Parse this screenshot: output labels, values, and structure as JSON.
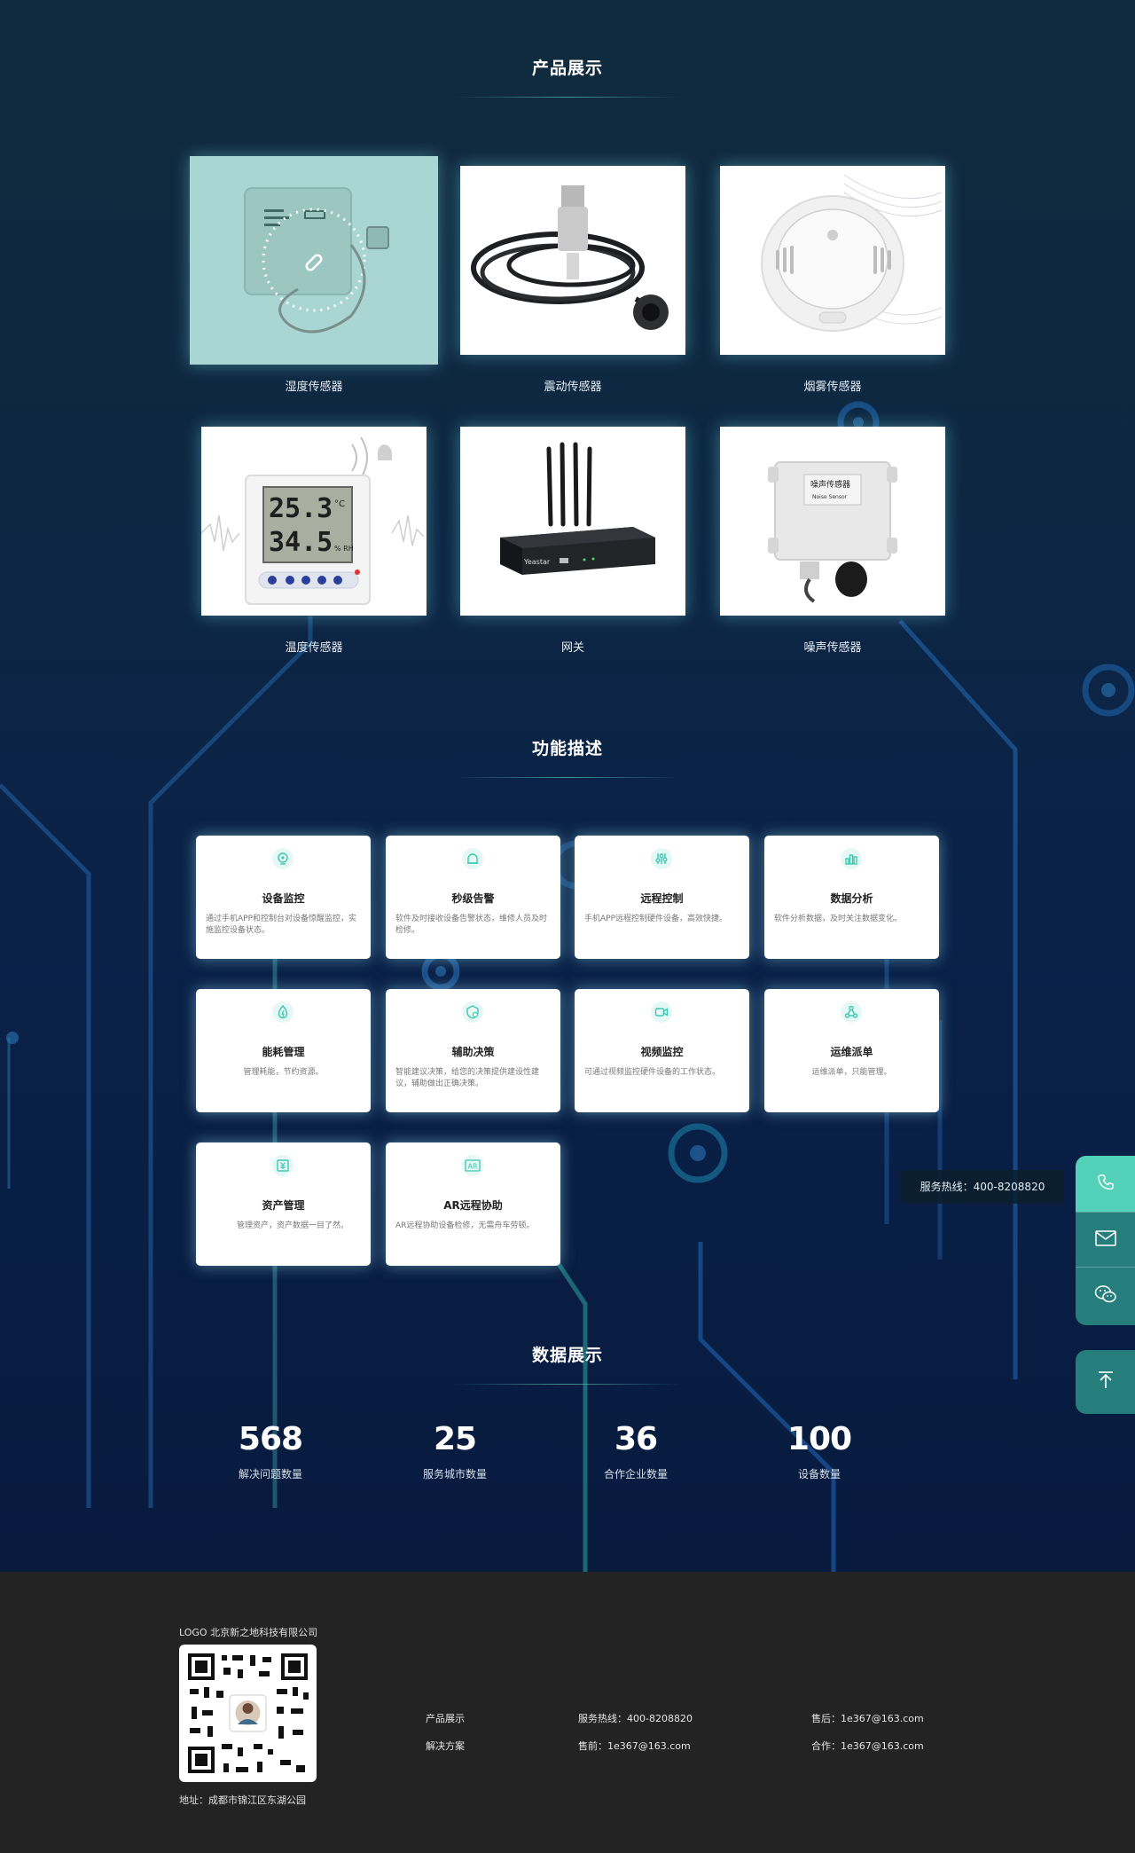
{
  "products": {
    "title": "产品展示",
    "items": [
      {
        "label": "湿度传感器"
      },
      {
        "label": "震动传感器"
      },
      {
        "label": "烟雾传感器"
      },
      {
        "label": "温度传感器",
        "display_temp": "25.3",
        "display_humidity": "34.5",
        "display_unit_temp": "°C",
        "display_unit_humidity": "% RH"
      },
      {
        "label": "网关",
        "brand": "Yeastar"
      },
      {
        "label": "噪声传感器",
        "device_cn": "噪声传感器",
        "device_en": "Noise Sensor"
      }
    ]
  },
  "features": {
    "title": "功能描述",
    "items": [
      {
        "icon": "camera-icon",
        "title": "设备监控",
        "desc": "通过手机APP和控制台对设备惊醒监控，实施监控设备状态。"
      },
      {
        "icon": "bell-icon",
        "title": "秒级告警",
        "desc": "软件及时接收设备告警状态，维修人员及时检修。"
      },
      {
        "icon": "sliders-icon",
        "title": "远程控制",
        "desc": "手机APP远程控制硬件设备，高效快捷。"
      },
      {
        "icon": "bar-chart-icon",
        "title": "数据分析",
        "desc": "软件分析数据，及时关注数据变化。"
      },
      {
        "icon": "energy-drop-icon",
        "title": "能耗管理",
        "desc": "管理耗能，节约资源。"
      },
      {
        "icon": "decision-shield-icon",
        "title": "辅助决策",
        "desc": "智能建议决策，给您的决策提供建设性建议，辅助做出正确决策。"
      },
      {
        "icon": "video-camera-icon",
        "title": "视频监控",
        "desc": "可通过视频监控硬件设备的工作状态。"
      },
      {
        "icon": "dispatch-nodes-icon",
        "title": "运维派单",
        "desc": "运维派单，只能管理。"
      },
      {
        "icon": "asset-yen-icon",
        "title": "资产管理",
        "desc": "管理资产，资产数据一目了然。"
      },
      {
        "icon": "ar-icon",
        "title": "AR远程协助",
        "desc": "AR远程协助设备检修，无需舟车劳顿。"
      }
    ]
  },
  "stats": {
    "title": "数据展示",
    "items": [
      {
        "value": "568",
        "label": "解决问题数量"
      },
      {
        "value": "25",
        "label": "服务城市数量"
      },
      {
        "value": "36",
        "label": "合作企业数量"
      },
      {
        "value": "100",
        "label": "设备数量"
      }
    ]
  },
  "side": {
    "hotline_tip": "服务热线：400-8208820",
    "buttons": [
      "phone-icon",
      "mail-icon",
      "wechat-icon"
    ],
    "top_button": "back-to-top-icon"
  },
  "footer": {
    "logo_line": "LOGO  北京新之地科技有限公司",
    "address": "地址：成都市锦江区东湖公园",
    "links": [
      "产品展示",
      "解决方案"
    ],
    "contacts": {
      "hotline": "服务热线：400-8208820",
      "presale": "售前：1e367@163.com",
      "aftersale": "售后：1e367@163.com",
      "cooperation": "合作：1e367@163.com"
    }
  },
  "colors": {
    "accent": "#53d1b8",
    "accent_dark": "#267e7c",
    "footer_bg": "#232323"
  }
}
